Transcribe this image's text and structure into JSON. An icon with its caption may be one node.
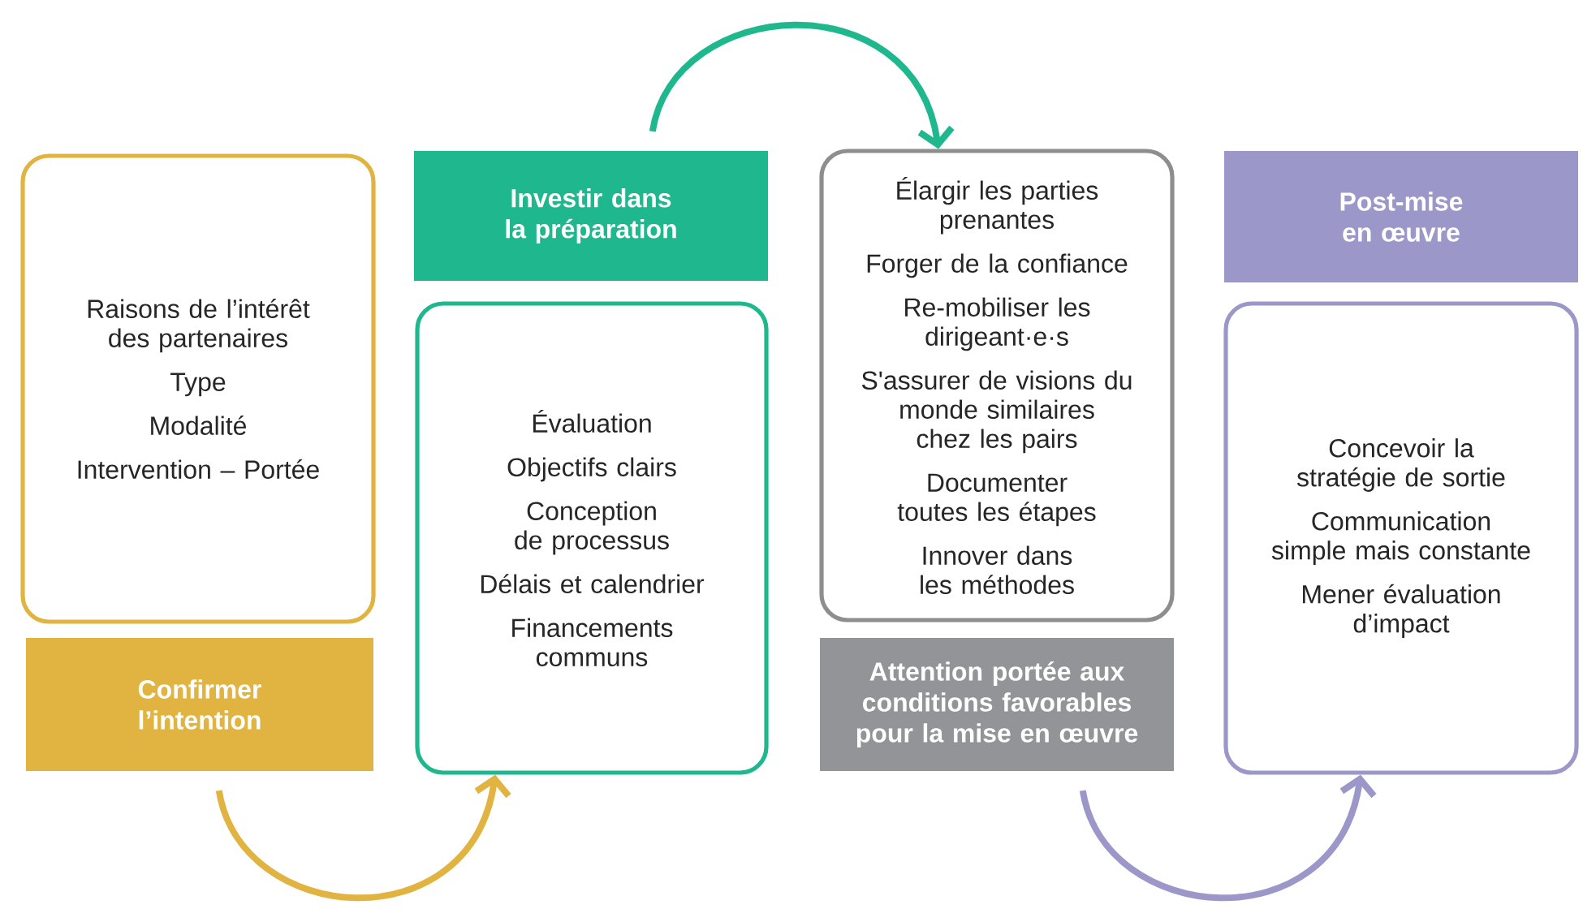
{
  "diagram": {
    "nodes": [
      {
        "text": [
          "Raisons de l’intérêt des partenaires",
          "Type",
          "Modalité",
          "Intervention – Portée"
        ]
      },
      {
        "text": [
          "Confirmer l’intention"
        ]
      },
      {
        "text": [
          "Investir dans la préparation"
        ]
      },
      {
        "text": [
          "Évaluation",
          "Objectifs clairs",
          "Conception de processus",
          "Délais et calendrier",
          "Financements communs"
        ]
      },
      {
        "text": [
          "Élargir les parties prenantes",
          "Forger de la confiance",
          "Re-mobiliser les dirigeant·e·s",
          "S'assurer de visions du monde similaires chez les pairs",
          "Documenter toutes les étapes",
          "Innover dans les méthodes"
        ]
      },
      {
        "text": [
          "Attention portée aux conditions favorables pour la mise en œuvre"
        ]
      },
      {
        "text": [
          "Post-mise en œuvre"
        ]
      },
      {
        "text": [
          "Concevoir la stratégie de sortie",
          "Communication simple mais constante",
          "Mener évaluation d’impact"
        ]
      }
    ],
    "edges": [
      {
        "from": 1,
        "to": 3,
        "arrow": "to",
        "color": "#e1b441"
      },
      {
        "from": 2,
        "to": 4,
        "arrow": "to",
        "color": "#1fb88e"
      },
      {
        "from": 5,
        "to": 7,
        "arrow": "to",
        "color": "#9c97c9"
      }
    ]
  }
}
